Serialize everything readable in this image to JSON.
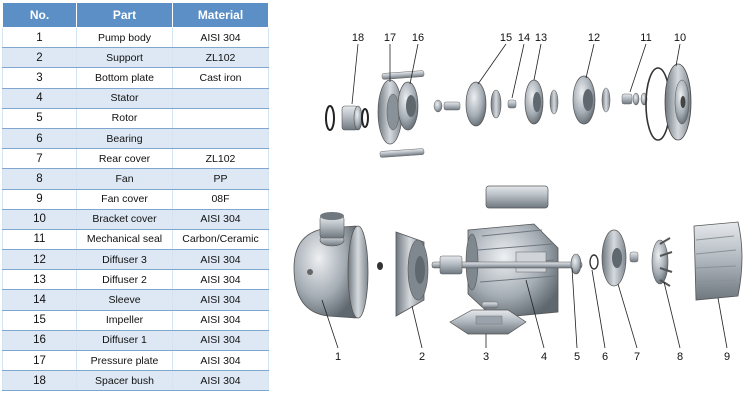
{
  "table": {
    "headers": {
      "no": "No.",
      "part": "Part",
      "material": "Material"
    },
    "rows": [
      {
        "no": "1",
        "part": "Pump body",
        "material": "AISI 304"
      },
      {
        "no": "2",
        "part": "Support",
        "material": "ZL102"
      },
      {
        "no": "3",
        "part": "Bottom plate",
        "material": "Cast iron"
      },
      {
        "no": "4",
        "part": "Stator",
        "material": ""
      },
      {
        "no": "5",
        "part": "Rotor",
        "material": ""
      },
      {
        "no": "6",
        "part": "Bearing",
        "material": ""
      },
      {
        "no": "7",
        "part": "Rear cover",
        "material": "ZL102"
      },
      {
        "no": "8",
        "part": "Fan",
        "material": "PP"
      },
      {
        "no": "9",
        "part": "Fan cover",
        "material": "08F"
      },
      {
        "no": "10",
        "part": "Bracket cover",
        "material": "AISI 304"
      },
      {
        "no": "11",
        "part": "Mechanical seal",
        "material": "Carbon/Ceramic"
      },
      {
        "no": "12",
        "part": "Diffuser 3",
        "material": "AISI 304"
      },
      {
        "no": "13",
        "part": "Diffuser 2",
        "material": "AISI 304"
      },
      {
        "no": "14",
        "part": "Sleeve",
        "material": "AISI 304"
      },
      {
        "no": "15",
        "part": "Impeller",
        "material": "AISI 304"
      },
      {
        "no": "16",
        "part": "Diffuser 1",
        "material": "AISI 304"
      },
      {
        "no": "17",
        "part": "Pressure plate",
        "material": "AISI 304"
      },
      {
        "no": "18",
        "part": "Spacer bush",
        "material": "AISI 304"
      }
    ]
  },
  "callouts": {
    "n1": "1",
    "n2": "2",
    "n3": "3",
    "n4": "4",
    "n5": "5",
    "n6": "6",
    "n7": "7",
    "n8": "8",
    "n9": "9",
    "n10": "10",
    "n11": "11",
    "n12": "12",
    "n13": "13",
    "n14": "14",
    "n15": "15",
    "n16": "16",
    "n17": "17",
    "n18": "18"
  },
  "colors": {
    "header": "#5b8fc6",
    "row_alt": "#dde8f4",
    "metal": "#9aa3ab"
  }
}
